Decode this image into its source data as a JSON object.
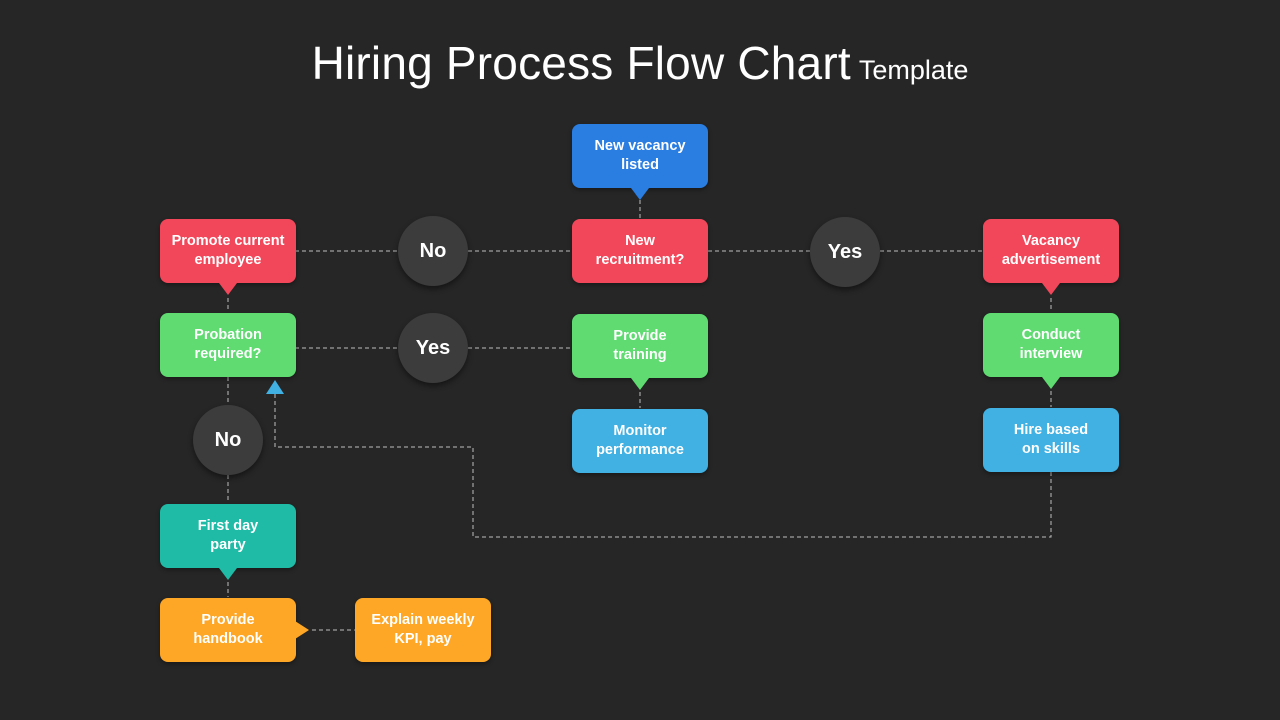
{
  "title": {
    "main": "Hiring Process Flow Chart",
    "sub": "Template"
  },
  "colors": {
    "background": "#262626",
    "blue": "#2a7de1",
    "red": "#f2475a",
    "green": "#5fdb72",
    "sky": "#41b0e2",
    "teal": "#1fbba6",
    "orange": "#fea726",
    "decision": "#3c3c3c",
    "connector": "#bdbdbd"
  },
  "nodes": {
    "new_vacancy": "New vacancy\nlisted",
    "new_recruitment": "New\nrecruitment?",
    "promote_current": "Promote current\nemployee",
    "vacancy_advertisement": "Vacancy\nadvertisement",
    "probation_required": "Probation\nrequired?",
    "provide_training": "Provide\ntraining",
    "conduct_interview": "Conduct\ninterview",
    "monitor_performance": "Monitor\nperformance",
    "hire_based_on_skills": "Hire based\non skills",
    "first_day_party": "First day\nparty",
    "provide_handbook": "Provide\nhandbook",
    "explain_weekly": "Explain weekly\nKPI, pay"
  },
  "decisions": {
    "recruit_no": "No",
    "recruit_yes": "Yes",
    "probation_yes": "Yes",
    "probation_no": "No"
  }
}
